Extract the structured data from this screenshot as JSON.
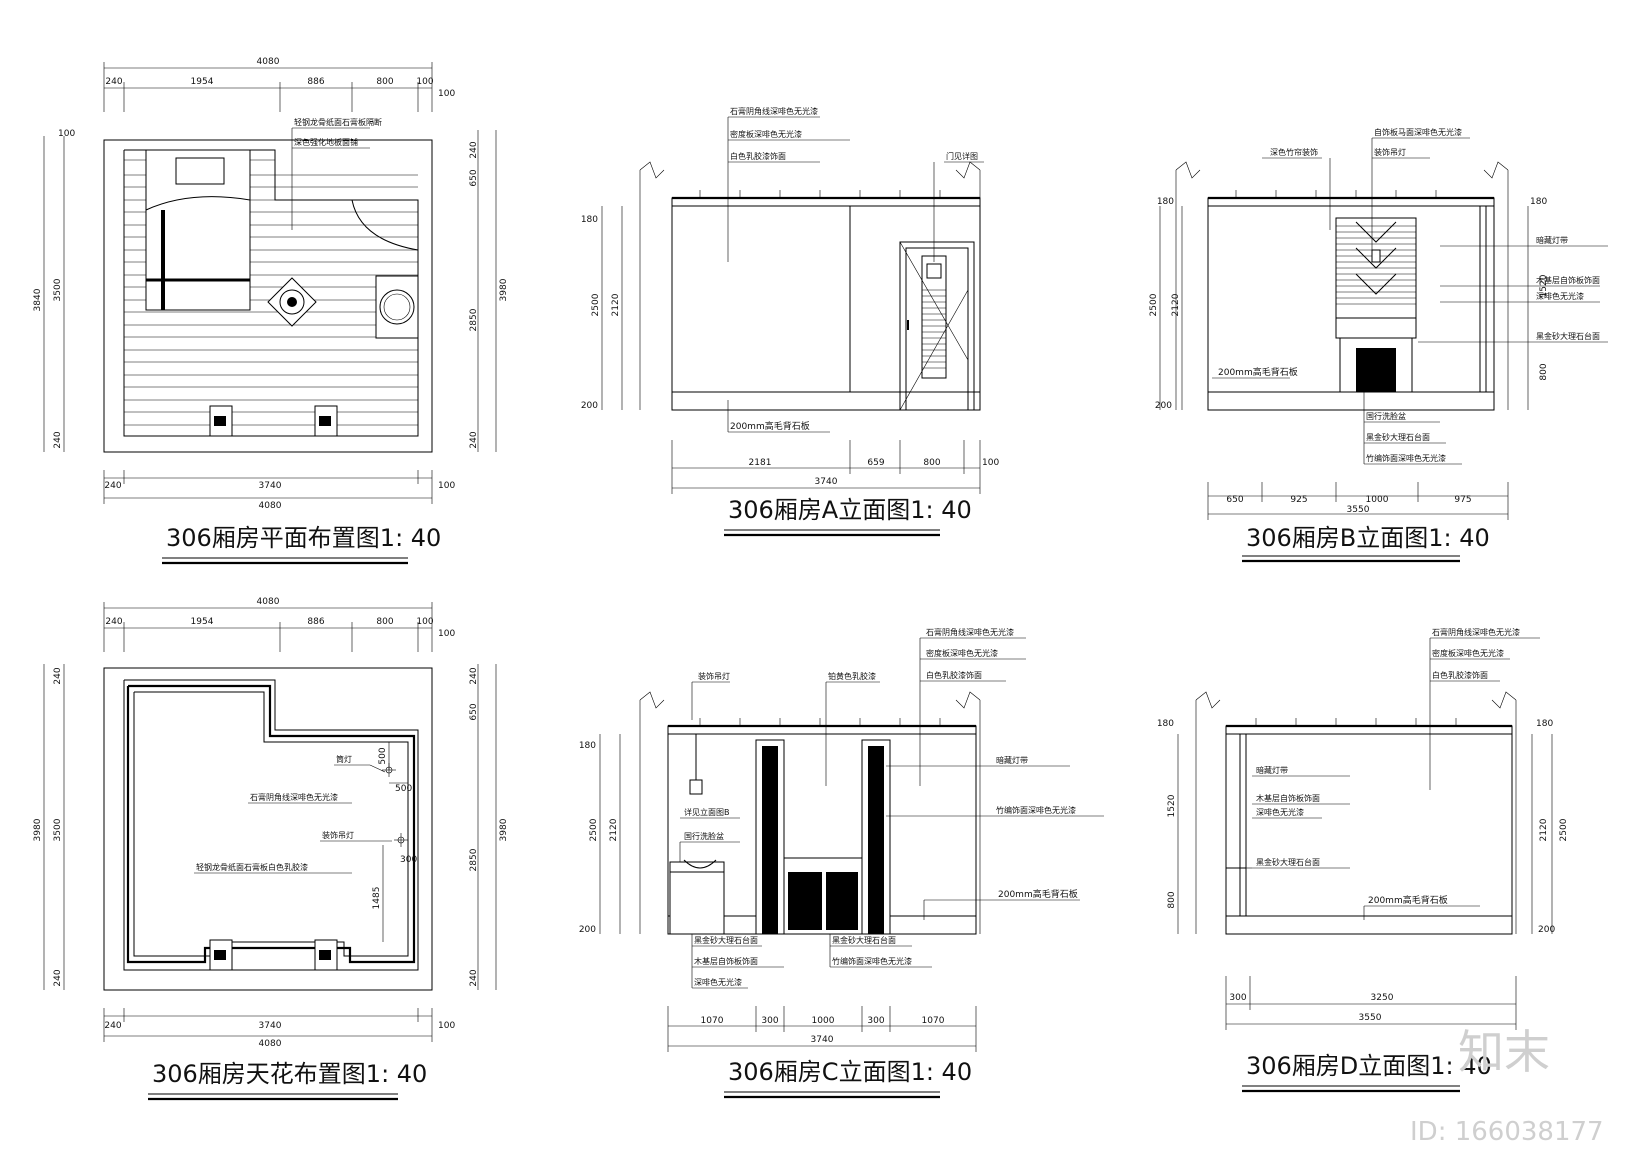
{
  "views": {
    "plan": {
      "title": "306厢房平面布置图1: 40",
      "top_total": "4080",
      "top_dims": [
        "240",
        "1954",
        "886",
        "800",
        "100"
      ],
      "top_sub": "100",
      "left_outer": "3840",
      "left_dims": [
        "100",
        "3500",
        "240"
      ],
      "right_outer": "3980",
      "right_dims": [
        "240",
        "650",
        "2850",
        "240"
      ],
      "bottom_dims": [
        "240",
        "3740",
        "100"
      ],
      "bottom_total": "4080",
      "notes": [
        "轻钢龙骨纸面石膏板隔断",
        "深色强化地板面铺"
      ]
    },
    "ceiling": {
      "title": "306厢房天花布置图1: 40",
      "top_total": "4080",
      "top_dims": [
        "240",
        "1954",
        "886",
        "800",
        "100"
      ],
      "top_sub": "100",
      "left_outer": "3980",
      "left_dims": [
        "240",
        "3500",
        "240"
      ],
      "right_outer": "3980",
      "right_dims": [
        "240",
        "650",
        "2850",
        "240"
      ],
      "bottom_dims": [
        "240",
        "3740",
        "100"
      ],
      "bottom_total": "4080",
      "inner_dims": [
        "500",
        "500",
        "300",
        "1485"
      ],
      "notes": [
        "筒灯",
        "石膏阴角线深啡色无光漆",
        "装饰吊灯",
        "轻钢龙骨纸面石膏板白色乳胶漆"
      ]
    },
    "elevA": {
      "title": "306厢房A立面图1: 40",
      "notes_top": [
        "石膏阴角线深啡色无光漆",
        "密度板深啡色无光漆",
        "白色乳胶漆饰面",
        "门见详图"
      ],
      "note_bottom": "200mm高毛背石板",
      "left_dims": [
        "180",
        "2500",
        "2120",
        "200"
      ],
      "bottom_dims": [
        "2181",
        "659",
        "800",
        "100"
      ],
      "bottom_total": "3740"
    },
    "elevB": {
      "title": "306厢房B立面图1: 40",
      "notes_top": [
        "深色竹帘装饰",
        "自饰板马面深啡色无光漆",
        "装饰吊灯"
      ],
      "notes_right": [
        "暗藏灯带",
        "木基层自饰板饰面",
        "深啡色无光漆",
        "黑金砂大理石台面"
      ],
      "notes_bottom": [
        "国行洗脸盆",
        "黑金砂大理石台面",
        "竹编饰面深啡色无光漆"
      ],
      "note_skirting": "200mm高毛背石板",
      "left_dims": [
        "180",
        "2500",
        "2120",
        "200"
      ],
      "right_dims": [
        "180",
        "1520",
        "800"
      ],
      "bottom_dims": [
        "650",
        "925",
        "1000",
        "975"
      ],
      "bottom_total": "3550"
    },
    "elevC": {
      "title": "306厢房C立面图1: 40",
      "notes_top": [
        "石膏阴角线深啡色无光漆",
        "密度板深啡色无光漆",
        "白色乳胶漆饰面"
      ],
      "notes_upper": [
        "装饰吊灯",
        "铂黄色乳胶漆"
      ],
      "notes_left": [
        "详见立面图B",
        "国行洗脸盆"
      ],
      "notes_right": [
        "暗藏灯带",
        "竹编饰面深啡色无光漆",
        "200mm高毛背石板"
      ],
      "notes_bottom_left": [
        "黑金砂大理石台面",
        "木基层自饰板饰面",
        "深啡色无光漆"
      ],
      "notes_bottom_mid": [
        "黑金砂大理石台面",
        "竹编饰面深啡色无光漆"
      ],
      "left_dims": [
        "180",
        "2500",
        "2120",
        "200"
      ],
      "bottom_dims": [
        "1070",
        "300",
        "1000",
        "300",
        "1070"
      ],
      "bottom_total": "3740"
    },
    "elevD": {
      "title": "306厢房D立面图1: 40",
      "notes_top": [
        "石膏阴角线深啡色无光漆",
        "密度板深啡色无光漆",
        "白色乳胶漆饰面"
      ],
      "notes_left": [
        "暗藏灯带",
        "木基层自饰板饰面",
        "深啡色无光漆",
        "黑金砂大理石台面"
      ],
      "note_skirting": "200mm高毛背石板",
      "left_dims": [
        "180",
        "1520",
        "800"
      ],
      "right_dims": [
        "180",
        "2120",
        "2500",
        "200"
      ],
      "bottom_dims": [
        "300",
        "3250"
      ],
      "bottom_total": "3550"
    }
  },
  "watermark": {
    "logo": "知末",
    "id": "ID: 166038177"
  }
}
